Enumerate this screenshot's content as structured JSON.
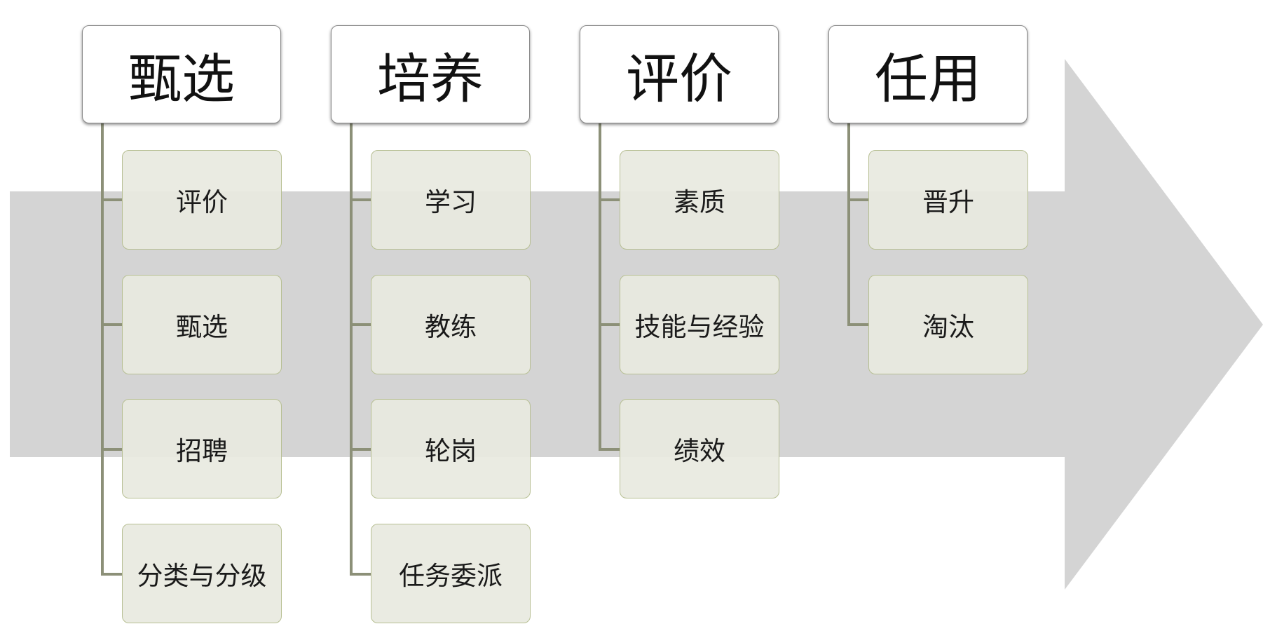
{
  "colors": {
    "arrow": "#d4d4d4",
    "header_bg": "#ffffff",
    "item_bg": "#e8e9e0",
    "item_border": "#b7bf93",
    "connector": "#8c9078"
  },
  "stages": [
    {
      "title": "甄选",
      "items": [
        "评价",
        "甄选",
        "招聘",
        "分类与分级"
      ]
    },
    {
      "title": "培养",
      "items": [
        "学习",
        "教练",
        "轮岗",
        "任务委派"
      ]
    },
    {
      "title": "评价",
      "items": [
        "素质",
        "技能与经验",
        "绩效"
      ]
    },
    {
      "title": "任用",
      "items": [
        "晋升",
        "淘汰"
      ]
    }
  ]
}
